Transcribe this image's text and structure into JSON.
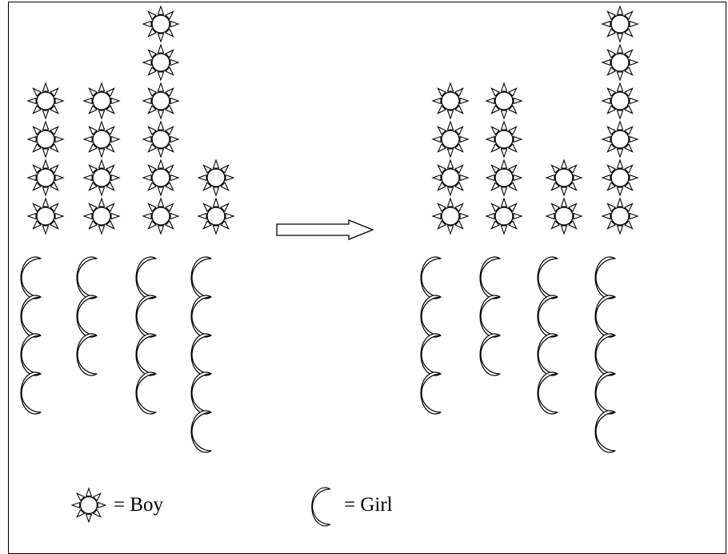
{
  "diagram": {
    "before": {
      "boys_per_group": [
        4,
        4,
        6,
        2
      ],
      "girls_per_group": [
        4,
        3,
        4,
        5
      ]
    },
    "after": {
      "boys_per_group": [
        4,
        4,
        2,
        6
      ],
      "girls_per_group": [
        4,
        3,
        4,
        5
      ]
    },
    "arrow": "right"
  },
  "legend": {
    "boy_icon": "sun-icon",
    "boy_label": "= Boy",
    "girl_icon": "crescent-moon-icon",
    "girl_label": "= Girl"
  }
}
